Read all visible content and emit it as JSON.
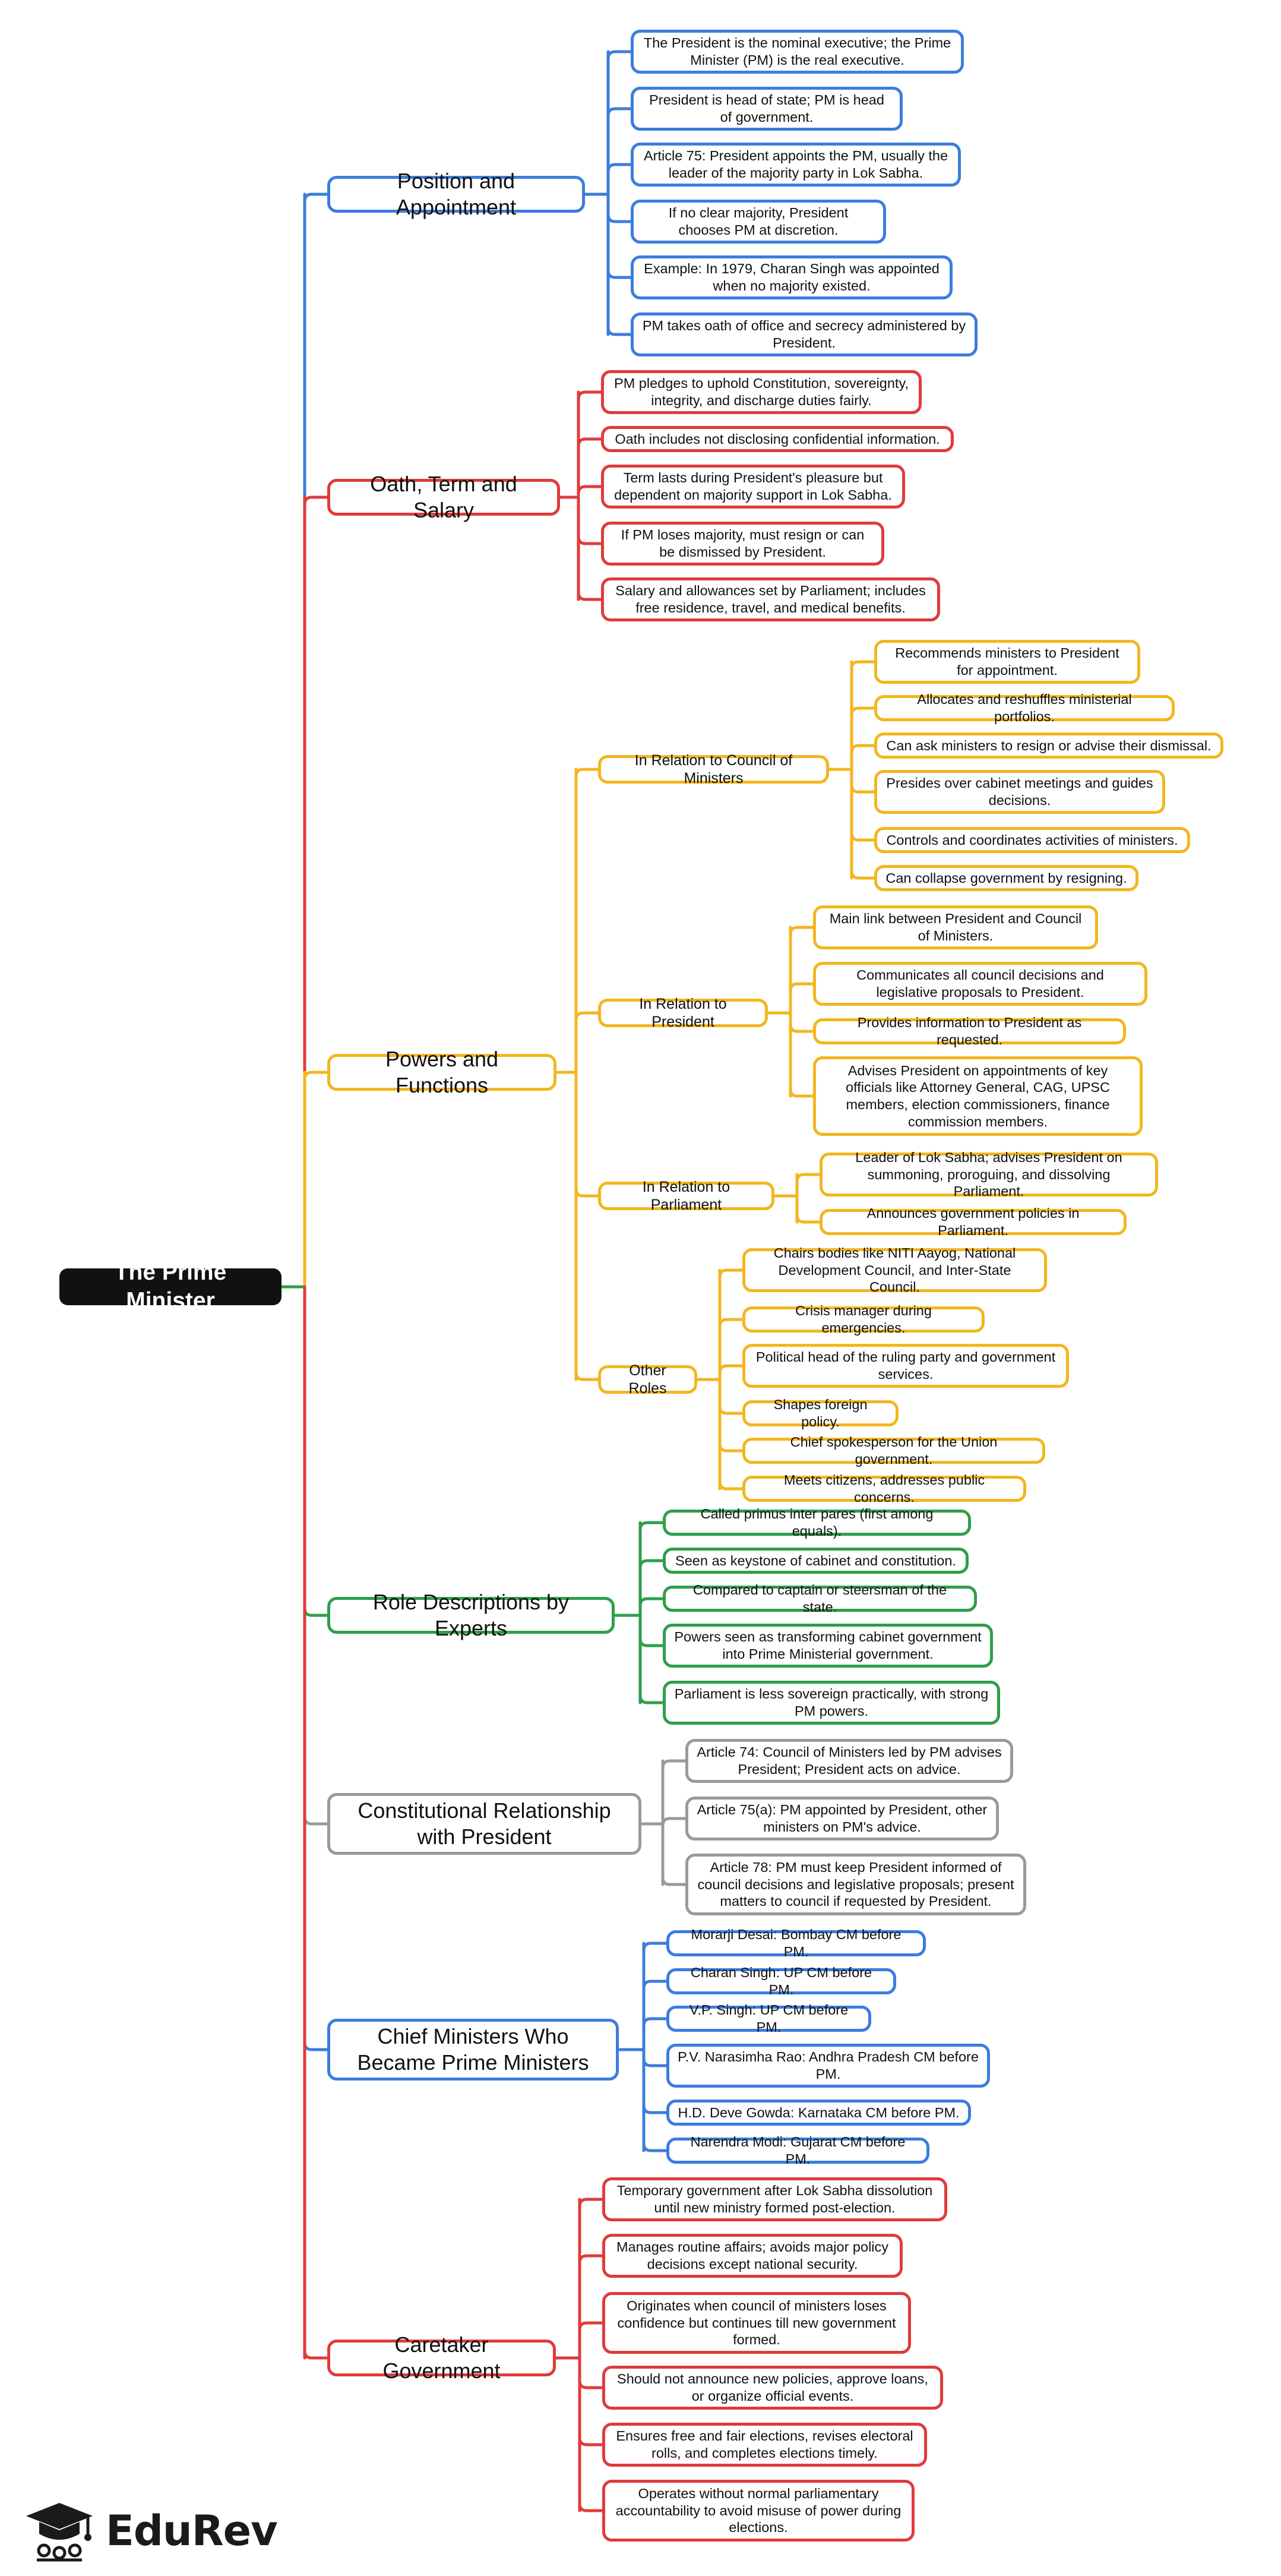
{
  "colors": {
    "blue": "#3b7ddd",
    "red": "#e03b3b",
    "yellow": "#f3b61f",
    "green": "#2e9e4b",
    "gray": "#9a9a9a",
    "root_bg": "#111111"
  },
  "root": {
    "label": "The Prime Minister"
  },
  "branches": [
    {
      "label": "Position and Appointment",
      "color": "blue",
      "leaves": [
        "The President is the nominal executive; the Prime Minister (PM) is the real executive.",
        "President is head of state; PM is head of government.",
        "Article 75: President appoints the PM, usually the leader of the majority party in Lok Sabha.",
        "If no clear majority, President chooses PM at discretion.",
        "Example: In 1979, Charan Singh was appointed when no majority existed.",
        "PM takes oath of office and secrecy administered by President."
      ]
    },
    {
      "label": "Oath, Term and Salary",
      "color": "red",
      "leaves": [
        "PM pledges to uphold Constitution, sovereignty, integrity, and discharge duties fairly.",
        "Oath includes not disclosing confidential information.",
        "Term lasts during President's pleasure but dependent on majority support in Lok Sabha.",
        "If PM loses majority, must resign or can be dismissed by President.",
        "Salary and allowances set by Parliament; includes free residence, travel, and medical benefits."
      ]
    },
    {
      "label": "Powers and Functions",
      "color": "yellow",
      "subs": [
        {
          "label": "In Relation to Council of Ministers",
          "leaves": [
            "Recommends ministers to President for appointment.",
            "Allocates and reshuffles ministerial portfolios.",
            "Can ask ministers to resign or advise their dismissal.",
            "Presides over cabinet meetings and guides decisions.",
            "Controls and coordinates activities of ministers.",
            "Can collapse government by resigning."
          ]
        },
        {
          "label": "In Relation to President",
          "leaves": [
            "Main link between President and Council of Ministers.",
            "Communicates all council decisions and legislative proposals to President.",
            "Provides information to President as requested.",
            "Advises President on appointments of key officials like Attorney General, CAG, UPSC members, election commissioners, finance commission members."
          ]
        },
        {
          "label": "In Relation to Parliament",
          "leaves": [
            "Leader of Lok Sabha; advises President on summoning, proroguing, and dissolving Parliament.",
            "Announces government policies in Parliament."
          ]
        },
        {
          "label": "Other Roles",
          "leaves": [
            "Chairs bodies like NITI Aayog, National Development Council, and Inter-State Council.",
            "Crisis manager during emergencies.",
            "Political head of the ruling party and government services.",
            "Shapes foreign policy.",
            "Chief spokesperson for the Union government.",
            "Meets citizens, addresses public concerns."
          ]
        }
      ]
    },
    {
      "label": "Role Descriptions by Experts",
      "color": "green",
      "leaves": [
        "Called primus inter pares (first among equals).",
        "Seen as keystone of cabinet and constitution.",
        "Compared to captain or steersman of the state.",
        "Powers seen as transforming cabinet government into Prime Ministerial government.",
        "Parliament is less sovereign practically, with strong PM powers."
      ]
    },
    {
      "label": "Constitutional Relationship with President",
      "color": "gray",
      "leaves": [
        "Article 74: Council of Ministers led by PM advises President; President acts on advice.",
        "Article 75(a): PM appointed by President, other ministers on PM's advice.",
        "Article 78: PM must keep President informed of council decisions and legislative proposals; present matters to council if requested by President."
      ]
    },
    {
      "label": "Chief Ministers Who Became Prime Ministers",
      "color": "blue",
      "leaves": [
        "Morarji Desai: Bombay CM before PM.",
        "Charan Singh: UP CM before PM.",
        "V.P. Singh: UP CM before PM.",
        "P.V. Narasimha Rao: Andhra Pradesh CM before PM.",
        "H.D. Deve Gowda: Karnataka CM before PM.",
        "Narendra Modi: Gujarat CM before PM."
      ]
    },
    {
      "label": "Caretaker Government",
      "color": "red",
      "leaves": [
        "Temporary government after Lok Sabha dissolution until new ministry formed post-election.",
        "Manages routine affairs; avoids major policy decisions except national security.",
        "Originates when council of ministers loses confidence but continues till new government formed.",
        "Should not announce new policies, approve loans, or organize official events.",
        "Ensures free and fair elections, revises electoral rolls, and completes elections timely.",
        "Operates without normal parliamentary accountability to avoid misuse of power during elections."
      ]
    }
  ],
  "brand": {
    "name": "EduRev",
    "icon": "graduation-cap-logo"
  }
}
